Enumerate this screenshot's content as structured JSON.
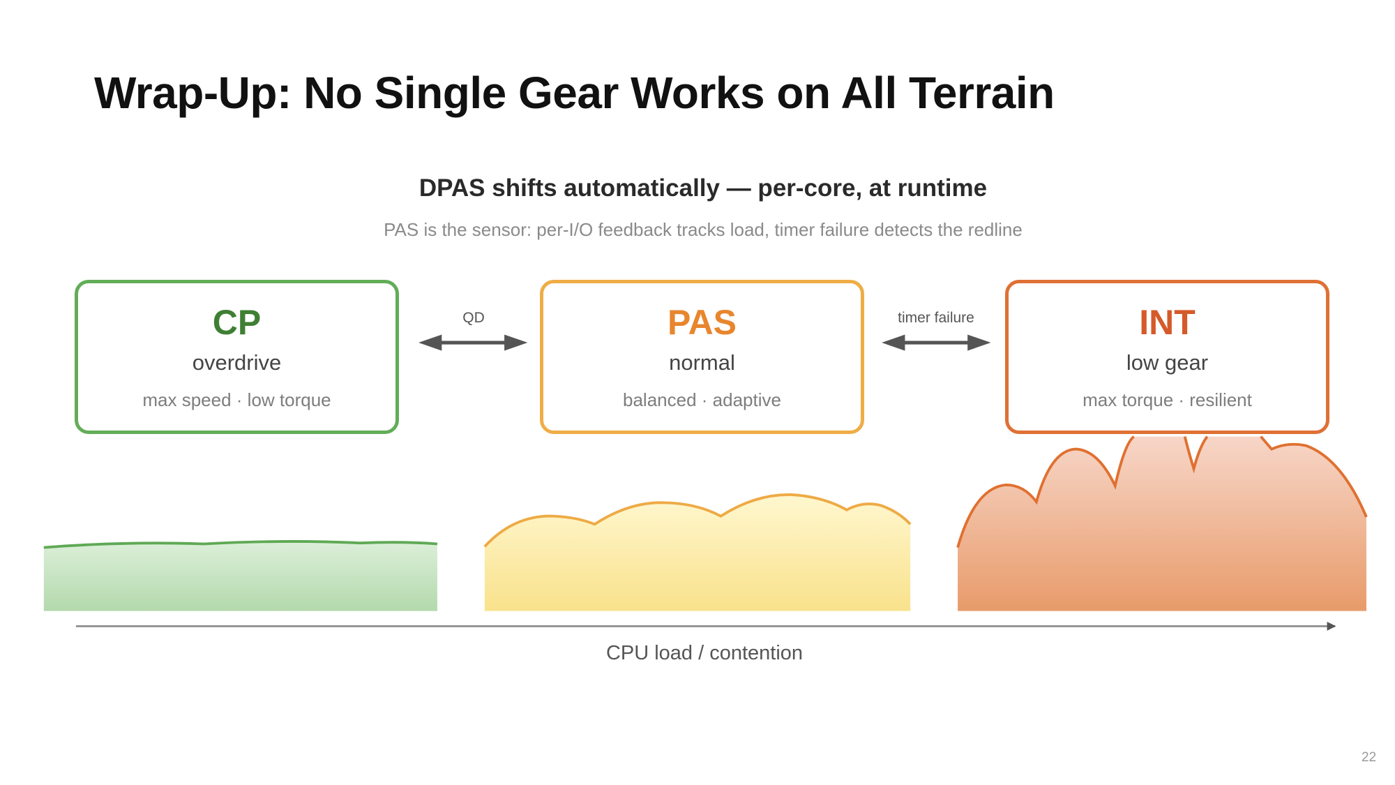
{
  "title": "Wrap-Up: No Single Gear Works on All Terrain",
  "headline": "DPAS shifts automatically — per-core, at runtime",
  "subline": "PAS is the sensor: per-I/O feedback tracks load, timer failure detects the redline",
  "modes": [
    {
      "name": "CP",
      "gear": "overdrive",
      "desc": "max speed · low torque",
      "color": "#62ad58"
    },
    {
      "name": "PAS",
      "gear": "normal",
      "desc": "balanced · adaptive",
      "color": "#efad47"
    },
    {
      "name": "INT",
      "gear": "low gear",
      "desc": "max torque · resilient",
      "color": "#df7034"
    }
  ],
  "transitions": [
    {
      "label": "QD"
    },
    {
      "label": "timer failure"
    }
  ],
  "axis_label": "CPU load / contention",
  "page_number": "22"
}
